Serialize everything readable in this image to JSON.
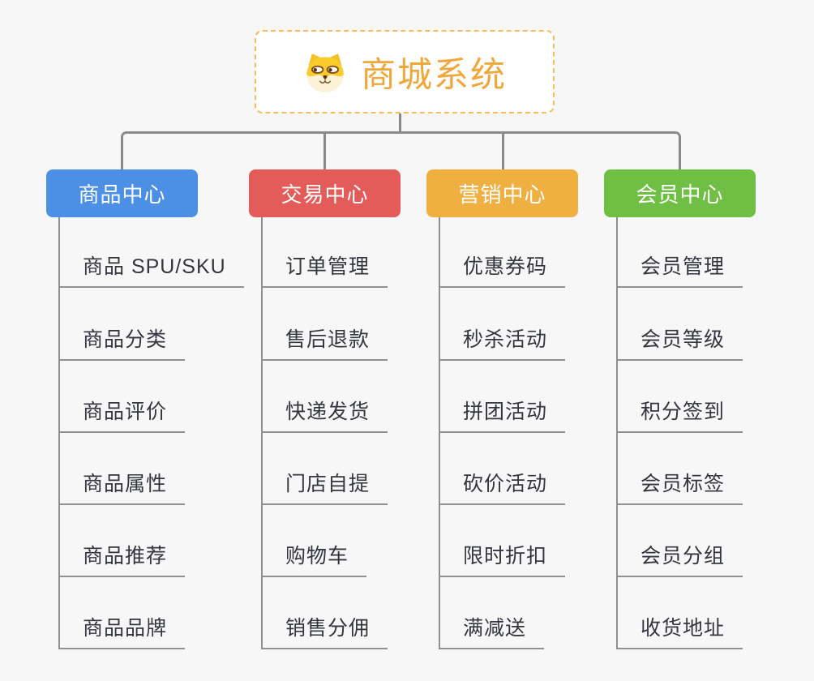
{
  "root": {
    "title": "商城系统",
    "icon": "shiba-dog-icon"
  },
  "branches": [
    {
      "id": "product-center",
      "label": "商品中心",
      "color": "#4C90E6",
      "items": [
        "商品 SPU/SKU",
        "商品分类",
        "商品评价",
        "商品属性",
        "商品推荐",
        "商品品牌"
      ]
    },
    {
      "id": "trade-center",
      "label": "交易中心",
      "color": "#E45C59",
      "items": [
        "订单管理",
        "售后退款",
        "快递发货",
        "门店自提",
        "购物车",
        "销售分佣"
      ]
    },
    {
      "id": "marketing-center",
      "label": "营销中心",
      "color": "#EFB041",
      "items": [
        "优惠券码",
        "秒杀活动",
        "拼团活动",
        "砍价活动",
        "限时折扣",
        "满减送"
      ]
    },
    {
      "id": "member-center",
      "label": "会员中心",
      "color": "#6FBF44",
      "items": [
        "会员管理",
        "会员等级",
        "积分签到",
        "会员标签",
        "会员分组",
        "收货地址"
      ]
    }
  ],
  "theme": {
    "background": "#F7F7F7",
    "connector_color": "#8A8A8A",
    "leaf_line_color": "#909090",
    "leaf_text_color": "#33363C",
    "root_border_color": "#F6BC5E",
    "root_text_color": "#F0A83C"
  }
}
